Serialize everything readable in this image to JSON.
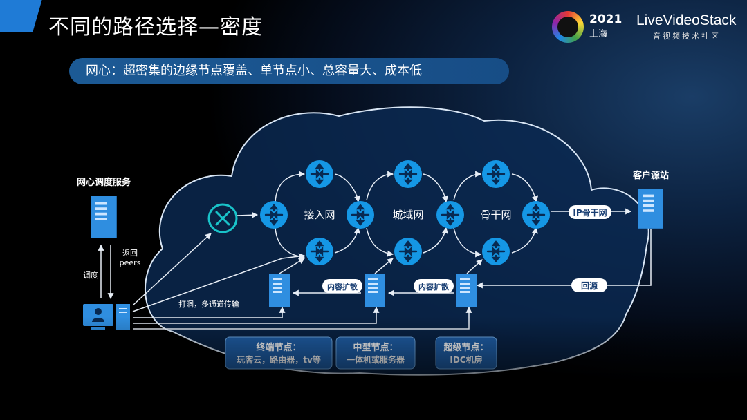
{
  "slide": {
    "title": "不同的路径选择—密度",
    "banner": "网心：超密集的边缘节点覆盖、单节点小、总容量大、成本低",
    "brand": {
      "event_year": "2021",
      "event_city": "上海",
      "org_name": "LiveVideoStack",
      "org_subtitle": "音视频技术社区",
      "accent": "#1f7bd6"
    }
  },
  "diagram": {
    "scheduler_label": "网心调度服务",
    "origin_label": "客户源站",
    "schedule_label": "调度",
    "return_label_1": "返回",
    "return_label_2": "peers",
    "punch_label": "打洞，多通道传输",
    "network_labels": [
      "接入网",
      "城域网",
      "骨干网"
    ],
    "ip_backbone": "IP骨干网",
    "back_to_origin": "回源",
    "content_expand": [
      "内容扩散",
      "内容扩散"
    ],
    "node_boxes": [
      {
        "line1": "终端节点：",
        "line2": "玩客云，路由器，tv等"
      },
      {
        "line1": "中型节点：",
        "line2": "一体机或服务器"
      },
      {
        "line1": "超级节点：",
        "line2": "IDC机房"
      }
    ],
    "colors": {
      "cloud_fill": "#0b2a52",
      "cloud_stroke": "#d9e6f5",
      "router": "#1597e5",
      "server": "#2f8ee0",
      "label_fill": "#1f5fa8",
      "tag_fill": "#ffffff",
      "tag_text": "#1a3f73"
    },
    "icons": [
      "router-icon",
      "server-icon",
      "monitor-icon",
      "nat-icon"
    ]
  }
}
